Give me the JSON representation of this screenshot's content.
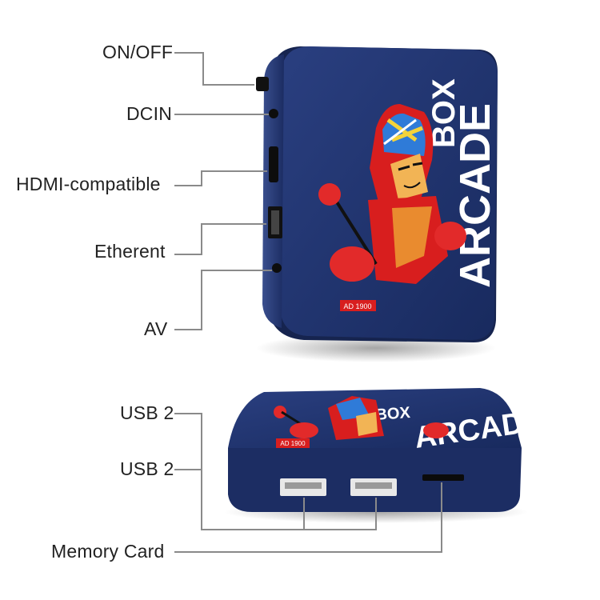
{
  "callouts": {
    "on_off": "ON/OFF",
    "dcin": "DCIN",
    "hdmi": "HDMI-compatible",
    "ethernet": "Etherent",
    "av": "AV",
    "usb_top": "USB 2",
    "usb_bottom": "USB 2",
    "memory_card": "Memory Card"
  },
  "device": {
    "brand_line1": "BOX",
    "brand_line2": "ARCADE",
    "model_badge": "AD 1900",
    "body_color": "#1d2f66",
    "accent_red": "#d81e1e",
    "text_white": "#ffffff"
  },
  "icons": {
    "leader_color": "#8a8a8a"
  }
}
